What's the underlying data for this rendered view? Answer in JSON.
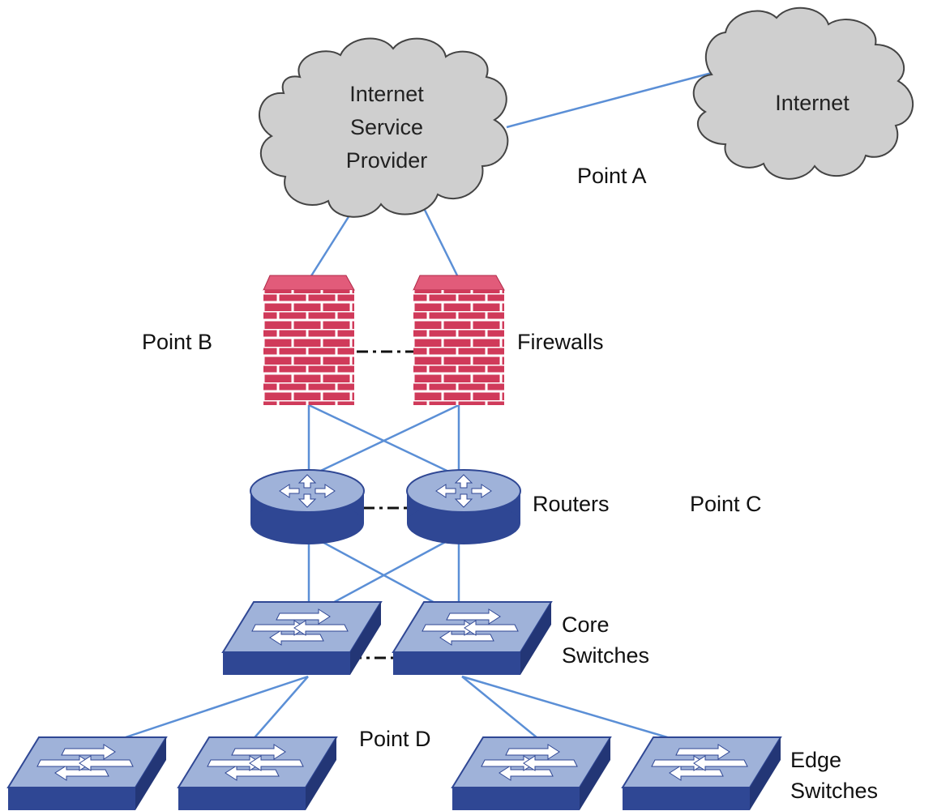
{
  "clouds": {
    "isp": {
      "lines": [
        "Internet",
        "Service",
        "Provider"
      ]
    },
    "internet": {
      "lines": [
        "Internet"
      ]
    }
  },
  "labels": {
    "point_a": "Point A",
    "point_b": "Point B",
    "point_c": "Point C",
    "point_d": "Point D",
    "firewalls": "Firewalls",
    "routers": "Routers",
    "core_switches": [
      "Core",
      "Switches"
    ],
    "edge_switches": [
      "Edge",
      "Switches"
    ]
  },
  "colors": {
    "link": "#5b8fd6",
    "cloud_fill": "#cfcfcf",
    "cloud_stroke": "#444444",
    "firewall_fill": "#d03a5a",
    "firewall_top": "#e25b7a",
    "brick_line": "#ffffff",
    "device_top": "#9fb2d9",
    "device_front": "#2f4794",
    "device_side": "#233676",
    "arrow": "#ffffff"
  },
  "icons": {
    "firewall": "firewall-icon",
    "router": "router-icon",
    "switch": "switch-icon",
    "cloud": "cloud-icon"
  }
}
